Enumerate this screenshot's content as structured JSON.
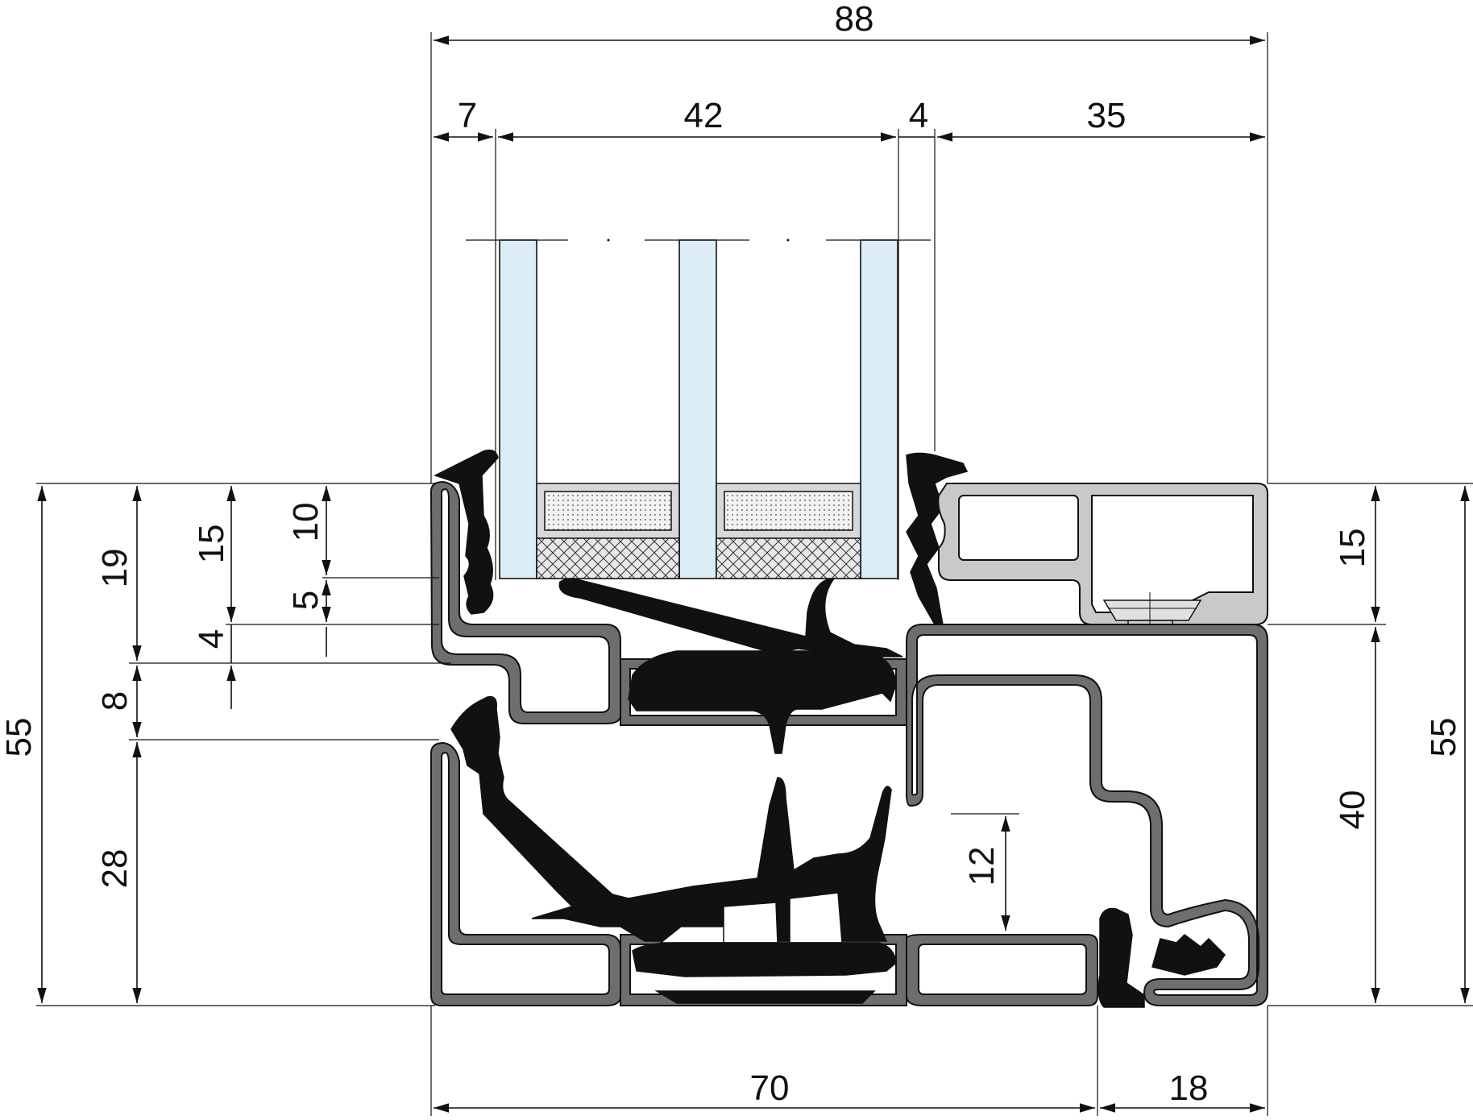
{
  "diagram": {
    "colors": {
      "glass": "#dcedf8",
      "aluminium": "#6e6e6e",
      "glazing_bead": "#c9c9c9",
      "gasket": "#111111",
      "line": "#111111",
      "background": "#ffffff"
    },
    "dimensions": {
      "top_overall": "88",
      "top_seg_1": "7",
      "top_seg_2": "42",
      "top_seg_3": "4",
      "top_seg_4": "35",
      "left_overall": "55",
      "left_19": "19",
      "left_8": "8",
      "left_28": "28",
      "left_15": "15",
      "left_4": "4",
      "left_10": "10",
      "left_5": "5",
      "right_15": "15",
      "right_40": "40",
      "right_55": "55",
      "inner_12": "12",
      "bottom_70": "70",
      "bottom_18": "18"
    }
  }
}
